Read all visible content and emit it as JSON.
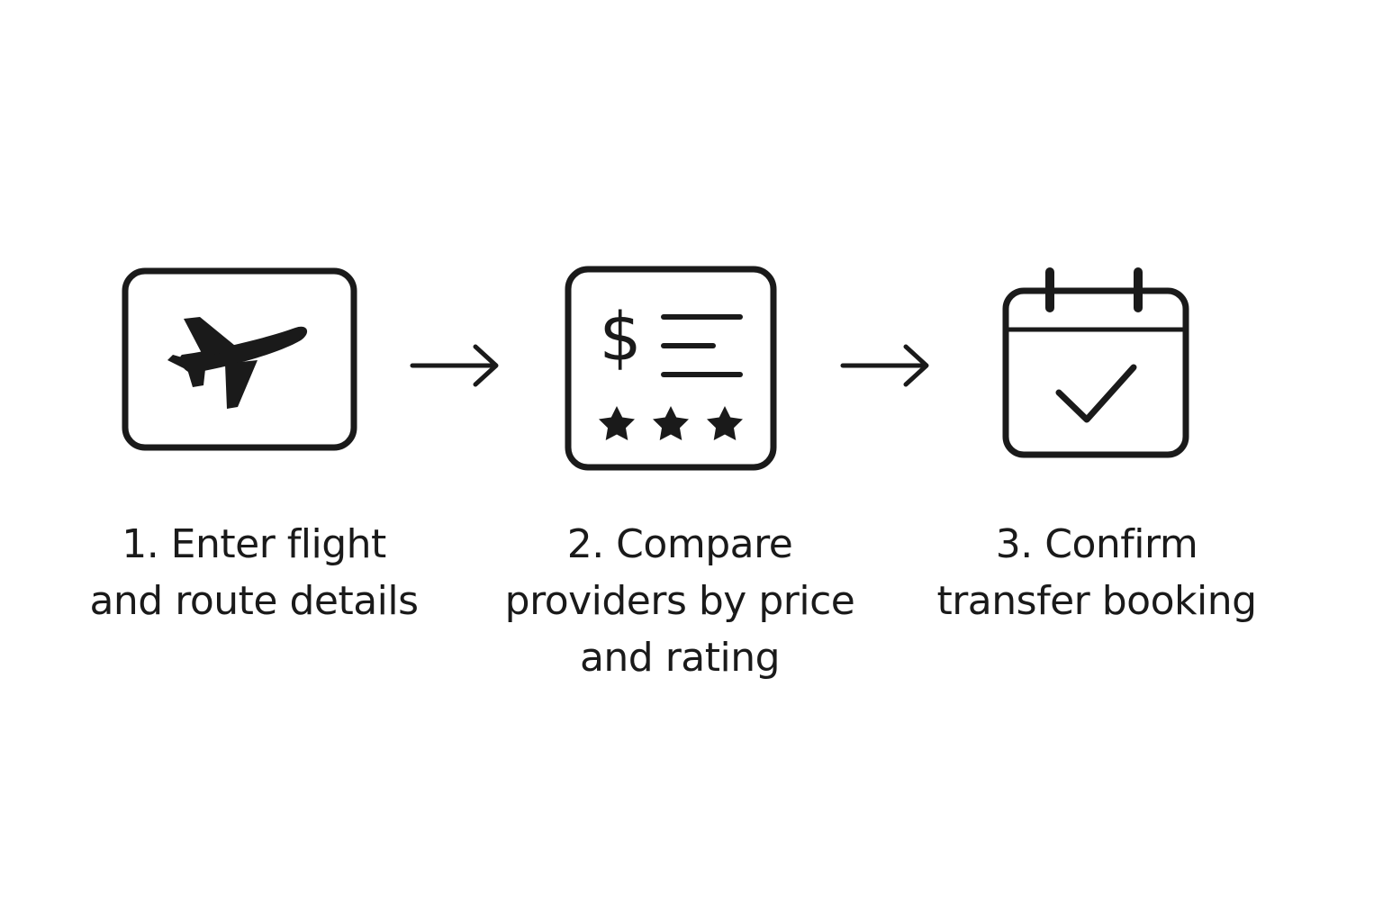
{
  "colors": {
    "ink": "#1a1a1a",
    "background": "#ffffff"
  },
  "steps": [
    {
      "icon": "airplane-ticket-icon",
      "lines": [
        "1. Enter flight",
        "and route details"
      ]
    },
    {
      "icon": "price-rating-card-icon",
      "lines": [
        "2. Compare",
        "providers by price",
        "and rating"
      ]
    },
    {
      "icon": "calendar-check-icon",
      "lines": [
        "3. Confirm",
        "transfer booking"
      ]
    }
  ],
  "connectors": [
    "arrow-right-icon",
    "arrow-right-icon"
  ]
}
